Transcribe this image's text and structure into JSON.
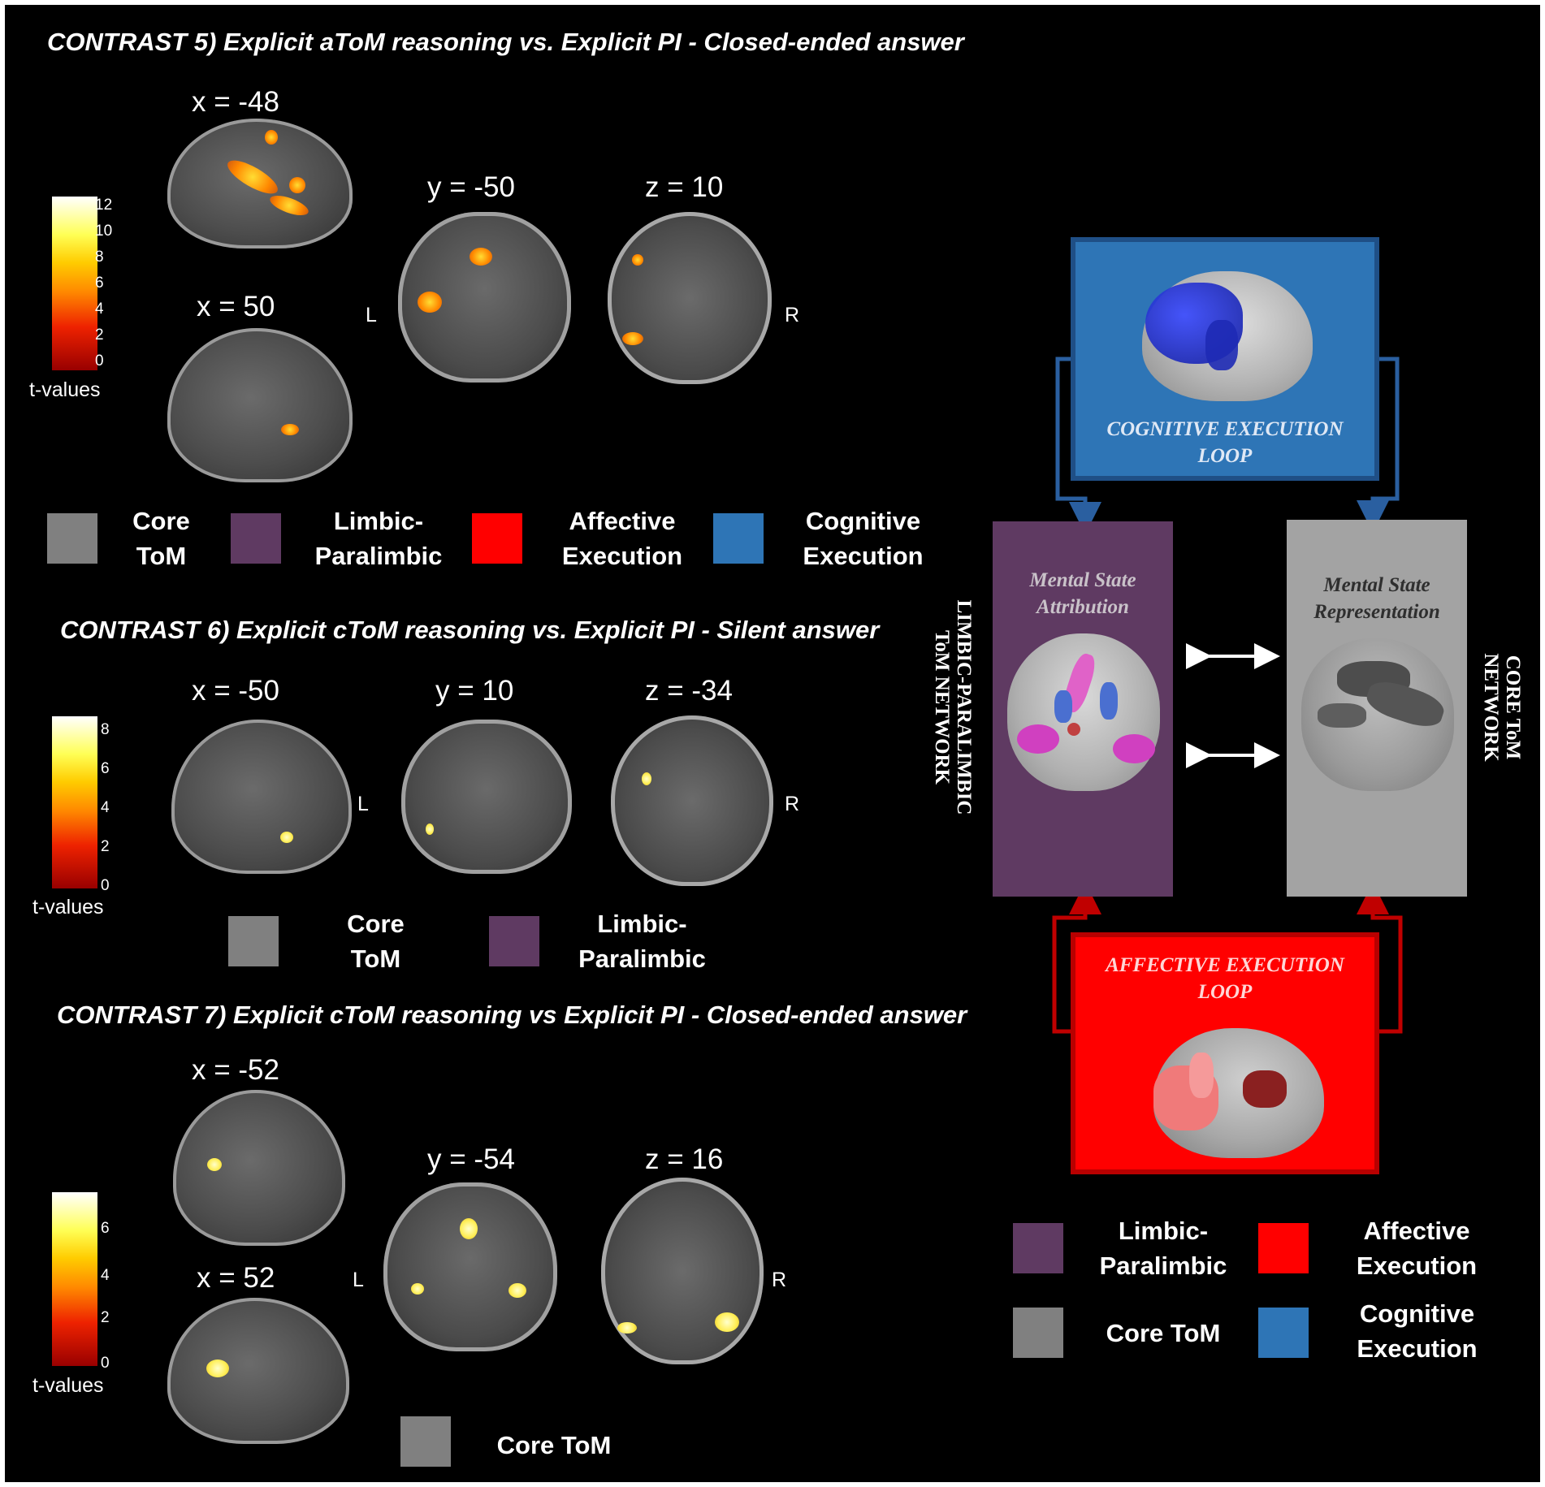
{
  "colors": {
    "core_tom": "#808080",
    "limbic_paralimbic": "#5f3a62",
    "affective_execution": "#ff0000",
    "cognitive_execution": "#2e75b6"
  },
  "contrast5": {
    "title": "CONTRAST 5) Explicit aToM reasoning vs. Explicit PI  - Closed-ended answer",
    "coords": [
      "x = -48",
      "x = 50",
      "y = -50",
      "z = 10"
    ],
    "left_label": "L",
    "right_label": "R",
    "colorbar_ticks": [
      "12",
      "10",
      "8",
      "6",
      "4",
      "2",
      "0"
    ],
    "colorbar_label": "t-values",
    "legend": [
      {
        "line1": "Core",
        "line2": "ToM"
      },
      {
        "line1": "Limbic-",
        "line2": "Paralimbic"
      },
      {
        "line1": "Affective",
        "line2": "Execution"
      },
      {
        "line1": "Cognitive",
        "line2": "Execution"
      }
    ]
  },
  "contrast6": {
    "title": "CONTRAST 6) Explicit cToM reasoning  vs. Explicit PI -  Silent answer",
    "coords": [
      "x = -50",
      "y = 10",
      "z = -34"
    ],
    "left_label": "L",
    "right_label": "R",
    "colorbar_ticks": [
      "8",
      "6",
      "4",
      "2",
      "0"
    ],
    "colorbar_label": "t-values",
    "legend": [
      {
        "line1": "Core",
        "line2": "ToM"
      },
      {
        "line1": "Limbic-",
        "line2": "Paralimbic"
      }
    ]
  },
  "contrast7": {
    "title": "CONTRAST 7) Explicit cToM reasoning vs Explicit PI -  Closed-ended answer",
    "coords": [
      "x = -52",
      "x = 52",
      "y = -54",
      "z = 16"
    ],
    "left_label": "L",
    "right_label": "R",
    "colorbar_ticks": [
      "6",
      "4",
      "2",
      "0"
    ],
    "colorbar_label": "t-values",
    "legend": [
      {
        "line1": "Core ToM"
      }
    ]
  },
  "diagram": {
    "cognitive_loop": {
      "line1": "COGNITIVE EXECUTION",
      "line2": "LOOP"
    },
    "affective_loop": {
      "line1": "AFFECTIVE EXECUTION",
      "line2": "LOOP"
    },
    "limbic_box": {
      "line1": "Mental State",
      "line2": "Attribution"
    },
    "core_box": {
      "line1": "Mental State",
      "line2": "Representation"
    },
    "limbic_network_label": {
      "line1": "LIMBIC-PARALIMBIC",
      "line2": "ToM NETWORK"
    },
    "core_network_label": {
      "line1": "CORE ToM",
      "line2": "NETWORK"
    },
    "legend": [
      {
        "line1": "Limbic-",
        "line2": "Paralimbic"
      },
      {
        "line1": "Affective",
        "line2": "Execution"
      },
      {
        "line1": "Core ToM"
      },
      {
        "line1": "Cognitive",
        "line2": "Execution"
      }
    ]
  }
}
